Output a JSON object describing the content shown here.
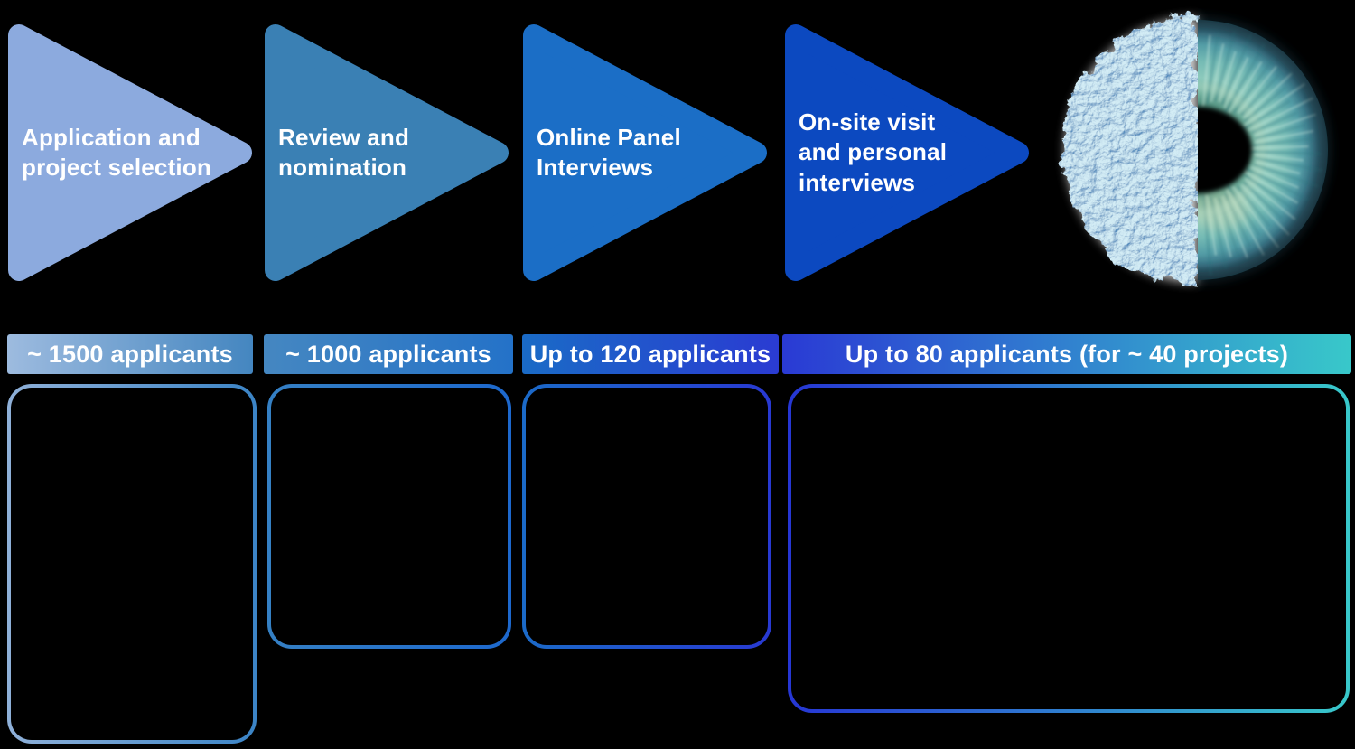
{
  "canvas": {
    "background": "#000000",
    "text_color": "#ffffff"
  },
  "stages": [
    {
      "arrow_label": "Application and\nproject selection",
      "arrow_color": "#8caade",
      "badge_label": "~ 1500 applicants",
      "badge_gradient": [
        "#9dbbdf",
        "#4486c0"
      ],
      "box_gradient": [
        "#8fb0d8",
        "#3b84c6"
      ]
    },
    {
      "arrow_label": "Review and\nnomination",
      "arrow_color": "#3a80b4",
      "badge_label": "~ 1000 applicants",
      "badge_gradient": [
        "#4587c1",
        "#2472c8"
      ],
      "box_gradient": [
        "#3580c4",
        "#1d68cd"
      ]
    },
    {
      "arrow_label": "Online Panel\nInterviews",
      "arrow_color": "#1b6ec6",
      "badge_label": "Up to 120 applicants",
      "badge_gradient": [
        "#1a6bc6",
        "#2a3bd2"
      ],
      "box_gradient": [
        "#1b6ac8",
        "#2839d2"
      ]
    },
    {
      "arrow_label": "On-site visit\nand personal\ninterviews",
      "arrow_color": "#0c49c0",
      "badge_label": "Up to 80 applicants (for ~ 40 projects)",
      "badge_gradient": [
        "#2a3ad4",
        "#38c8ca"
      ],
      "box_gradient": [
        "#2636d4",
        "#38c8ca"
      ]
    }
  ],
  "illustration": {
    "name": "immune-cell-and-iris",
    "cell_highlight": "#a8d8e0",
    "cell_base": "#4a90c8",
    "cell_shadow": "#123a70",
    "iris_teal": "#56a3a2",
    "pupil_color": "#050505"
  }
}
